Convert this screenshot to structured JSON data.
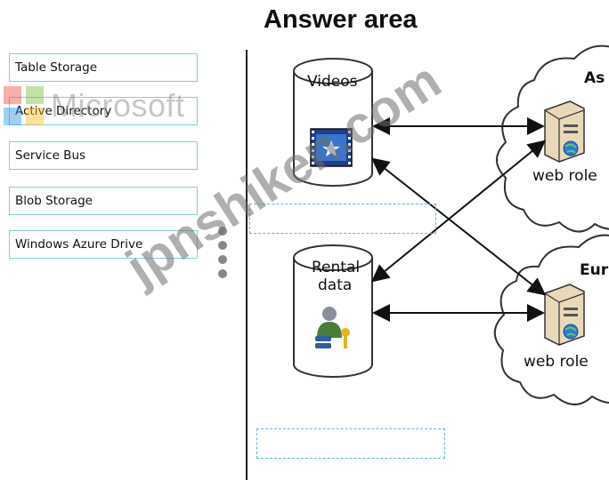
{
  "title": "Answer area",
  "options": [
    "Table Storage",
    "Active Directory",
    "Service Bus",
    "Blob Storage",
    "Windows Azure Drive"
  ],
  "diagram": {
    "videos_label": "Videos",
    "rental_label_line1": "Rental",
    "rental_label_line2": "data",
    "asia_region": "As",
    "europe_region": "Eur",
    "web_role_top": "web role",
    "web_role_bottom": "web role"
  },
  "watermarks": {
    "brand": "Microsoft",
    "site": "jpnshiken.com"
  }
}
